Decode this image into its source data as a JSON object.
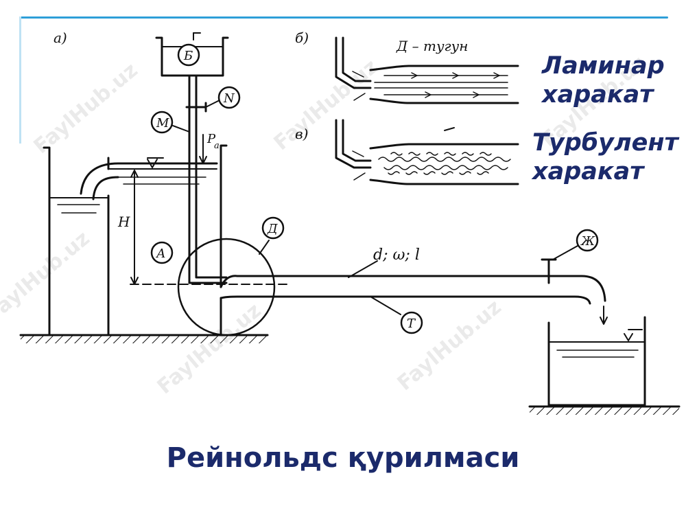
{
  "title": "Рейнольдс қурилмаси",
  "flow_labels": {
    "laminar_line1": "Ламинар",
    "laminar_line2": "харакат",
    "turbulent_line1": "Турбулент",
    "turbulent_line2": "харакат"
  },
  "diagram_labels": {
    "panel_a": "а)",
    "panel_b": "б)",
    "panel_v": "в)",
    "node_caption": "Д – тугун",
    "tank_b": "Б",
    "valve_n": "N",
    "tube_m": "М",
    "pressure_p": "P",
    "pressure_sub": "a",
    "height_h": "H",
    "tank_a": "А",
    "node_d": "Д",
    "pipe_params": "d; ω; l",
    "valve_zh": "Ж",
    "pipe_t": "Т"
  },
  "watermark": "FaylHub.uz",
  "colors": {
    "accent_line": "#2e9fd8",
    "label_text": "#1b2a6b",
    "drawing": "#111111"
  }
}
